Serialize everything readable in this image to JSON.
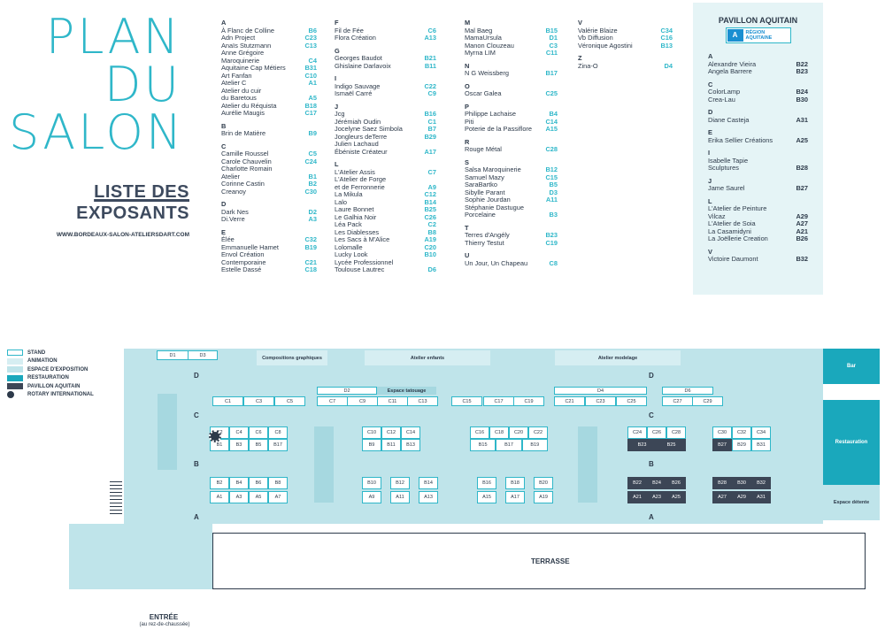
{
  "header": {
    "title_lines": [
      "PLAN",
      "DU",
      "SALON"
    ],
    "subtitle_1": "LISTE DES",
    "subtitle_2": "EXPOSANTS",
    "website": "WWW.BORDEAUX-SALON-ATELIERSDART.COM"
  },
  "exhibitors": [
    [
      {
        "letter": "A",
        "items": [
          [
            "À Flanc de Colline",
            "B6"
          ],
          [
            "Adn Project",
            "C23"
          ],
          [
            "Anaïs Stutzmann",
            "C13"
          ],
          [
            "Anne Grégoire",
            ""
          ],
          [
            "Maroquinerie",
            "C4"
          ],
          [
            "Aquitaine Cap Métiers",
            "B31"
          ],
          [
            "Art Fanfan",
            "C10"
          ],
          [
            "Atelier C",
            "A1"
          ],
          [
            "Atelier du cuir",
            ""
          ],
          [
            "du Baretous",
            "A5"
          ],
          [
            "Atelier du Réquista",
            "B18"
          ],
          [
            "Aurélie Maugis",
            "C17"
          ]
        ]
      },
      {
        "letter": "B",
        "items": [
          [
            "Brin de Matière",
            "B9"
          ]
        ]
      },
      {
        "letter": "C",
        "items": [
          [
            "Camille Roussel",
            "C5"
          ],
          [
            "Carole Chauvelin",
            "C24"
          ],
          [
            "Charlotte Romain",
            ""
          ],
          [
            "Atelier",
            "B1"
          ],
          [
            "Corinne Castin",
            "B2"
          ],
          [
            "Creanoy",
            "C30"
          ]
        ]
      },
      {
        "letter": "D",
        "items": [
          [
            "Dark Nes",
            "D2"
          ],
          [
            "Di.Verre",
            "A3"
          ]
        ]
      },
      {
        "letter": "E",
        "items": [
          [
            "Élée",
            "C32"
          ],
          [
            "Emmanuelle Hamet",
            "B19"
          ],
          [
            "Envol Création",
            ""
          ],
          [
            "Contemporaine",
            "C21"
          ],
          [
            "Estelle Dassé",
            "C18"
          ]
        ]
      }
    ],
    [
      {
        "letter": "F",
        "items": [
          [
            "Fil de Fée",
            "C6"
          ],
          [
            "Flora Création",
            "A13"
          ]
        ]
      },
      {
        "letter": "G",
        "items": [
          [
            "Georges Baudot",
            "B21"
          ],
          [
            "Ghislaine Darlavoix",
            "B11"
          ]
        ]
      },
      {
        "letter": "I",
        "items": [
          [
            "Indigo Sauvage",
            "C22"
          ],
          [
            "Ismaël Carré",
            "C9"
          ]
        ]
      },
      {
        "letter": "J",
        "items": [
          [
            "Jcg",
            "B16"
          ],
          [
            "Jérémiah Oudin",
            "C1"
          ],
          [
            "Jocelyne Saez Simbola",
            "B7"
          ],
          [
            "Jongleurs deTerre",
            "B29"
          ],
          [
            "Julien Lachaud",
            ""
          ],
          [
            "Ébéniste Créateur",
            "A17"
          ]
        ]
      },
      {
        "letter": "L",
        "items": [
          [
            "L'Atelier Assis",
            "C7"
          ],
          [
            "L'Atelier de Forge",
            ""
          ],
          [
            "et de Ferronnerie",
            "A9"
          ],
          [
            "La Mikula",
            "C12"
          ],
          [
            "Lalo",
            "B14"
          ],
          [
            "Laure Bonnet",
            "B25"
          ],
          [
            "Le Galhia Noir",
            "C26"
          ],
          [
            "Léa Pack",
            "C2"
          ],
          [
            "Les Diablesses",
            "B8"
          ],
          [
            "Les Sacs à M'Alice",
            "A19"
          ],
          [
            "Lolomalle",
            "C20"
          ],
          [
            "Lucky Look",
            "B10"
          ],
          [
            "Lycée Professionnel",
            ""
          ],
          [
            "Toulouse Lautrec",
            "D6"
          ]
        ]
      }
    ],
    [
      {
        "letter": "M",
        "items": [
          [
            "Mal Baeg",
            "B15"
          ],
          [
            "MamaUrsula",
            "D1"
          ],
          [
            "Manon Clouzeau",
            "C3"
          ],
          [
            "Myrna LIM",
            "C11"
          ]
        ]
      },
      {
        "letter": "N",
        "items": [
          [
            "N G Weissberg",
            "B17"
          ]
        ]
      },
      {
        "letter": "O",
        "items": [
          [
            "Oscar Galea",
            "C25"
          ]
        ]
      },
      {
        "letter": "P",
        "items": [
          [
            "Philippe Lachaise",
            "B4"
          ],
          [
            "Piti",
            "C14"
          ],
          [
            "Poterie de la Passiflore",
            "A15"
          ]
        ]
      },
      {
        "letter": "R",
        "items": [
          [
            "Rouge Métal",
            "C28"
          ]
        ]
      },
      {
        "letter": "S",
        "items": [
          [
            "Salsa Maroquinerie",
            "B12"
          ],
          [
            "Samuel Mazy",
            "C15"
          ],
          [
            "SaraBartko",
            "B5"
          ],
          [
            "Sibylle Parant",
            "D3"
          ],
          [
            "Sophie Jourdan",
            "A11"
          ],
          [
            "Stéphanie Dastugue",
            ""
          ],
          [
            "Porcelaine",
            "B3"
          ]
        ]
      },
      {
        "letter": "T",
        "items": [
          [
            "Terres d'Angély",
            "B23"
          ],
          [
            "Thierry Testut",
            "C19"
          ]
        ]
      },
      {
        "letter": "U",
        "items": [
          [
            "Un Jour, Un Chapeau",
            "C8"
          ]
        ]
      }
    ],
    [
      {
        "letter": "V",
        "items": [
          [
            "Valérie Blaize",
            "C34"
          ],
          [
            "Vb Diffusion",
            "C16"
          ],
          [
            "Véronique Agostini",
            "B13"
          ]
        ]
      },
      {
        "letter": "Z",
        "items": [
          [
            "Zina-O",
            "D4"
          ]
        ]
      }
    ]
  ],
  "pavillon": {
    "title": "PAVILLON AQUITAIN",
    "logo_text_1": "RÉGION",
    "logo_text_2": "AQUITAINE",
    "groups": [
      {
        "letter": "A",
        "items": [
          [
            "Alexandre Vieira",
            "B22"
          ],
          [
            "Angela Barrere",
            "B23"
          ]
        ]
      },
      {
        "letter": "C",
        "items": [
          [
            "ColorLamp",
            "B24"
          ],
          [
            "Crea-Lau",
            "B30"
          ]
        ]
      },
      {
        "letter": "D",
        "items": [
          [
            "Diane Casteja",
            "A31"
          ]
        ]
      },
      {
        "letter": "E",
        "items": [
          [
            "Erika Sellier Créations",
            "A25"
          ]
        ]
      },
      {
        "letter": "I",
        "items": [
          [
            "Isabelle Tapie",
            ""
          ],
          [
            "Sculptures",
            "B28"
          ]
        ]
      },
      {
        "letter": "J",
        "items": [
          [
            "Jame Saurel",
            "B27"
          ]
        ]
      },
      {
        "letter": "L",
        "items": [
          [
            "L'Atelier de Peinture",
            ""
          ],
          [
            "Vilcaz",
            "A29"
          ],
          [
            "L'Atelier de Soia",
            "A27"
          ],
          [
            "La Casamidyni",
            "A21"
          ],
          [
            "La Joëllerie Creation",
            "B26"
          ]
        ]
      },
      {
        "letter": "V",
        "items": [
          [
            "Victoire Daumont",
            "B32"
          ]
        ]
      }
    ]
  },
  "legend": {
    "items": [
      "STAND",
      "ANIMATION",
      "ESPACE D'EXPOSITION",
      "RESTAURATION",
      "PAVILLON AQUITAIN",
      "ROTARY INTERNATIONAL"
    ],
    "colors": [
      "#ffffff",
      "#d6eef2",
      "#bfe4ea",
      "#1aa8bc",
      "#3c4656",
      "#2d3a4a"
    ]
  },
  "map": {
    "zones": {
      "compositions": "Compositions graphiques",
      "atelier_enfants": "Atelier enfants",
      "atelier_modelage": "Atelier modelage",
      "tatouage": "Espace tatouage",
      "bar": "Bar",
      "restauration": "Restauration",
      "detente": "Espace détente",
      "terrasse": "TERRASSE",
      "entree": "ENTRÉE",
      "entree_sub": "(au rez-de-chaussée)"
    },
    "row_letters": [
      "D",
      "C",
      "B",
      "A"
    ],
    "stands_d": [
      "D1",
      "D3",
      "D2",
      "D4",
      "D6"
    ],
    "stands_c": [
      "C1",
      "C3",
      "C5",
      "C7",
      "C9",
      "C11",
      "C13",
      "C15",
      "C17",
      "C19",
      "C21",
      "C23",
      "C25",
      "C27",
      "C29"
    ],
    "block1_c": [
      "C2",
      "C4",
      "C6",
      "C8"
    ],
    "block1_b": [
      "B1",
      "B3",
      "B5",
      "B17"
    ],
    "block2_c": [
      "C10",
      "C12",
      "C14"
    ],
    "block2_b": [
      "B9",
      "B11",
      "B13"
    ],
    "block3_c": [
      "C16",
      "C18",
      "C20",
      "C22"
    ],
    "block3_b": [
      "B15",
      "B17",
      "B19"
    ],
    "block4_c": [
      "C24",
      "C26",
      "C28"
    ],
    "block4_b": [
      "B23",
      "B25"
    ],
    "block5_c": [
      "C30",
      "C32",
      "C34"
    ],
    "block5_b": [
      "B27",
      "B29",
      "B31"
    ],
    "row_b": [
      "B2",
      "B4",
      "B6",
      "B8",
      "B10",
      "B12",
      "B14",
      "B16",
      "B18",
      "B20",
      "B22",
      "B24",
      "B26",
      "B28",
      "B30",
      "B32"
    ],
    "row_a": [
      "A1",
      "A3",
      "A5",
      "A7",
      "A9",
      "A11",
      "A13",
      "A15",
      "A17",
      "A19",
      "A21",
      "A23",
      "A25",
      "A27",
      "A29",
      "A31"
    ]
  }
}
